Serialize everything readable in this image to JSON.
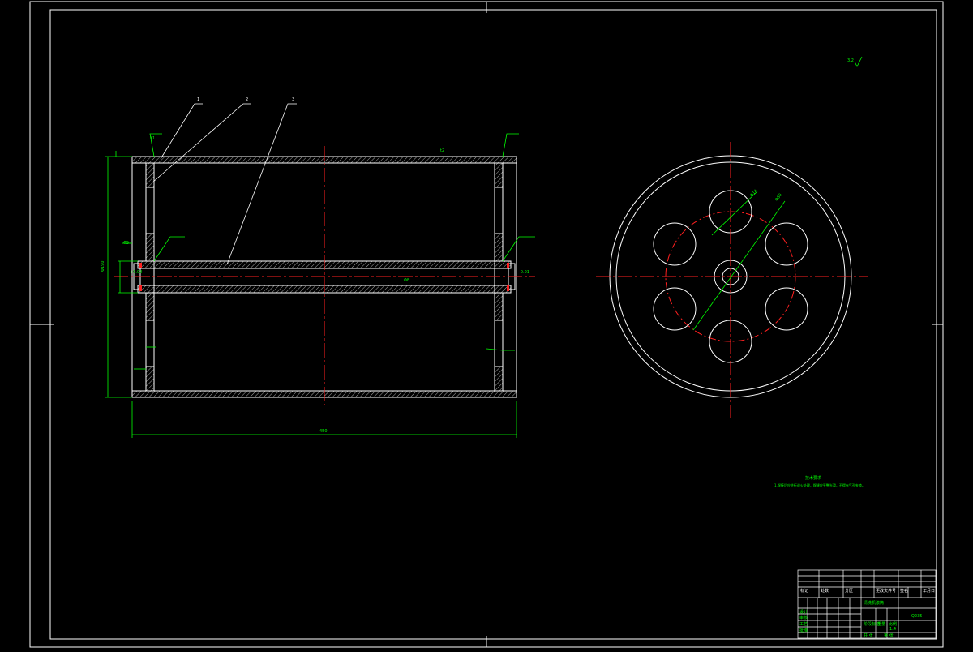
{
  "colors": {
    "background": "#000000",
    "outline": "#ffffff",
    "dimension": "#00ff00",
    "centerline": "#ff2020",
    "hatch": "#a8a8a8"
  },
  "balloons": [
    "1",
    "2",
    "3"
  ],
  "surface_finish": "3.2",
  "dims": {
    "outer_diameter": "Φ190",
    "total_length": "450",
    "shaft": "Φ8",
    "tol_a": "+0.02",
    "tol_b": "-0.01",
    "spoke_small": "Φ5",
    "hole_pitch": "Φ80",
    "hub_hole": "Φ14",
    "misc_a": "t2",
    "misc_b": "t1"
  },
  "notes": {
    "title": "技术要求",
    "line1": "1.焊接后应进行退火处理，焊缝应平整光滑，不得有气孔夹渣。"
  },
  "title_block": {
    "drawing_name": "清洗机滚筒",
    "material": "Q235",
    "scale": "1:4",
    "row_labels": [
      "标记",
      "处数",
      "分区",
      "更改文件号",
      "签名",
      "年月日"
    ],
    "roles": [
      "设计",
      "审核",
      "工艺",
      "批准"
    ],
    "misc": [
      "阶段标记",
      "重量",
      "比例",
      "共 张",
      "第 张"
    ]
  }
}
